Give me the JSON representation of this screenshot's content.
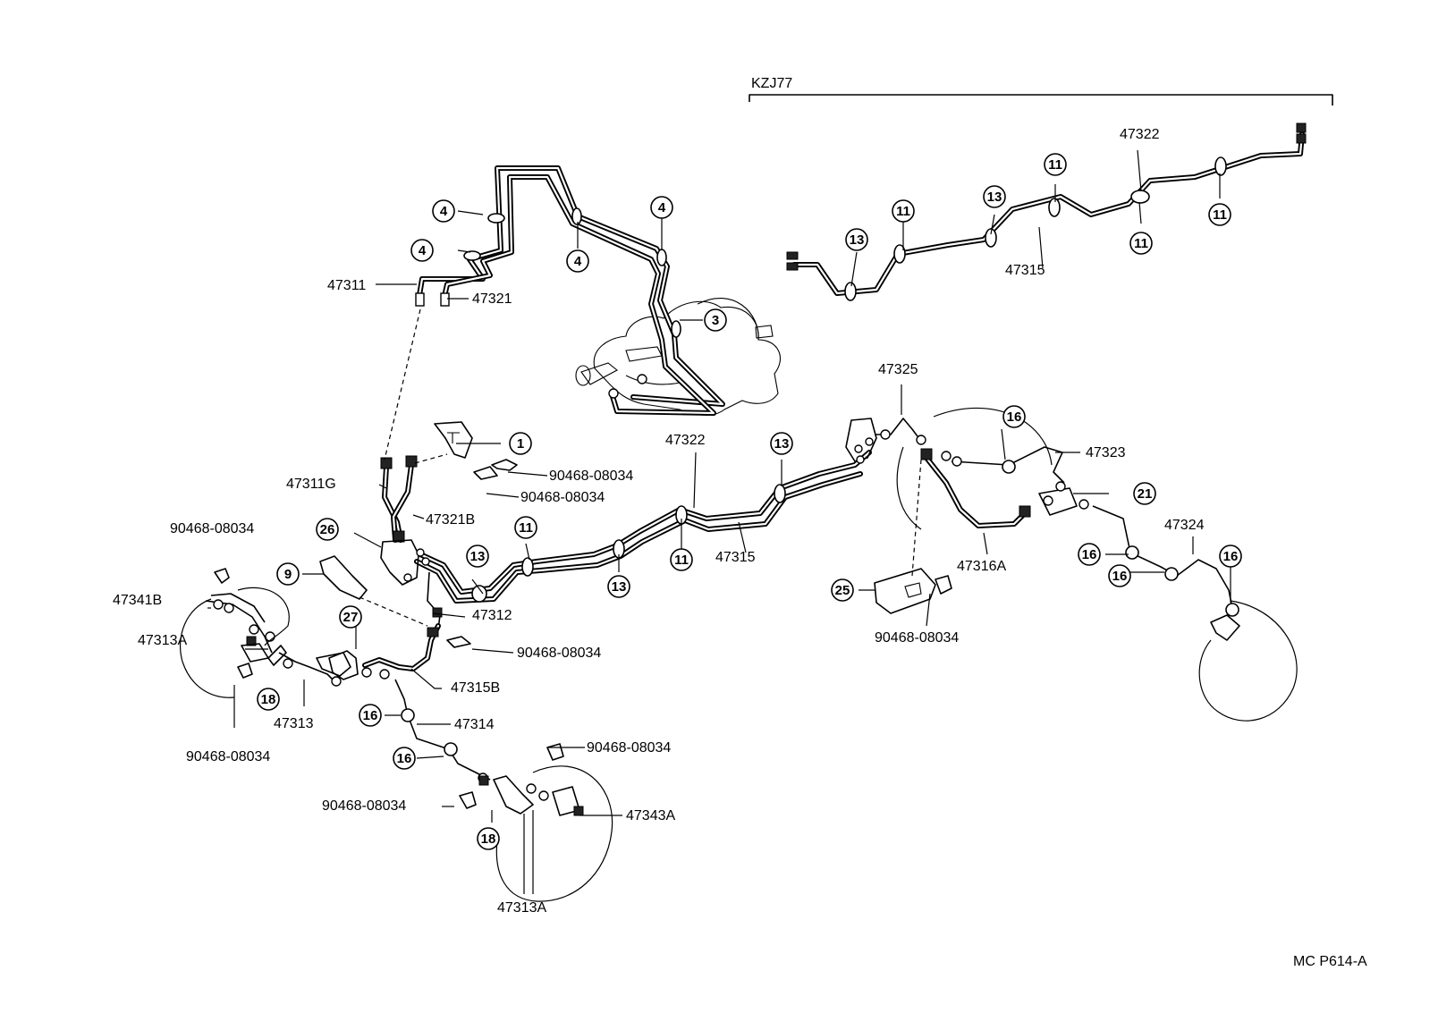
{
  "header": {
    "model_code": "KZJ77"
  },
  "footer": {
    "figure_ref": "MC  P614-A"
  },
  "parts": {
    "p47311": "47311",
    "p47321": "47321",
    "p47311G": "47311G",
    "p47321B": "47321B",
    "p47322": "47322",
    "p47315": "47315",
    "p47325": "47325",
    "p47323": "47323",
    "p47324": "47324",
    "p47316A": "47316A",
    "p47312": "47312",
    "p47315B": "47315B",
    "p47341B": "47341B",
    "p47313A": "47313A",
    "p47313": "47313",
    "p47314": "47314",
    "p47343A": "47343A",
    "clip": "90468-08034"
  },
  "callouts": {
    "c1": "1",
    "c3": "3",
    "c4": "4",
    "c9": "9",
    "c11": "11",
    "c13": "13",
    "c16": "16",
    "c18": "18",
    "c21": "21",
    "c25": "25",
    "c26": "26",
    "c27": "27"
  }
}
